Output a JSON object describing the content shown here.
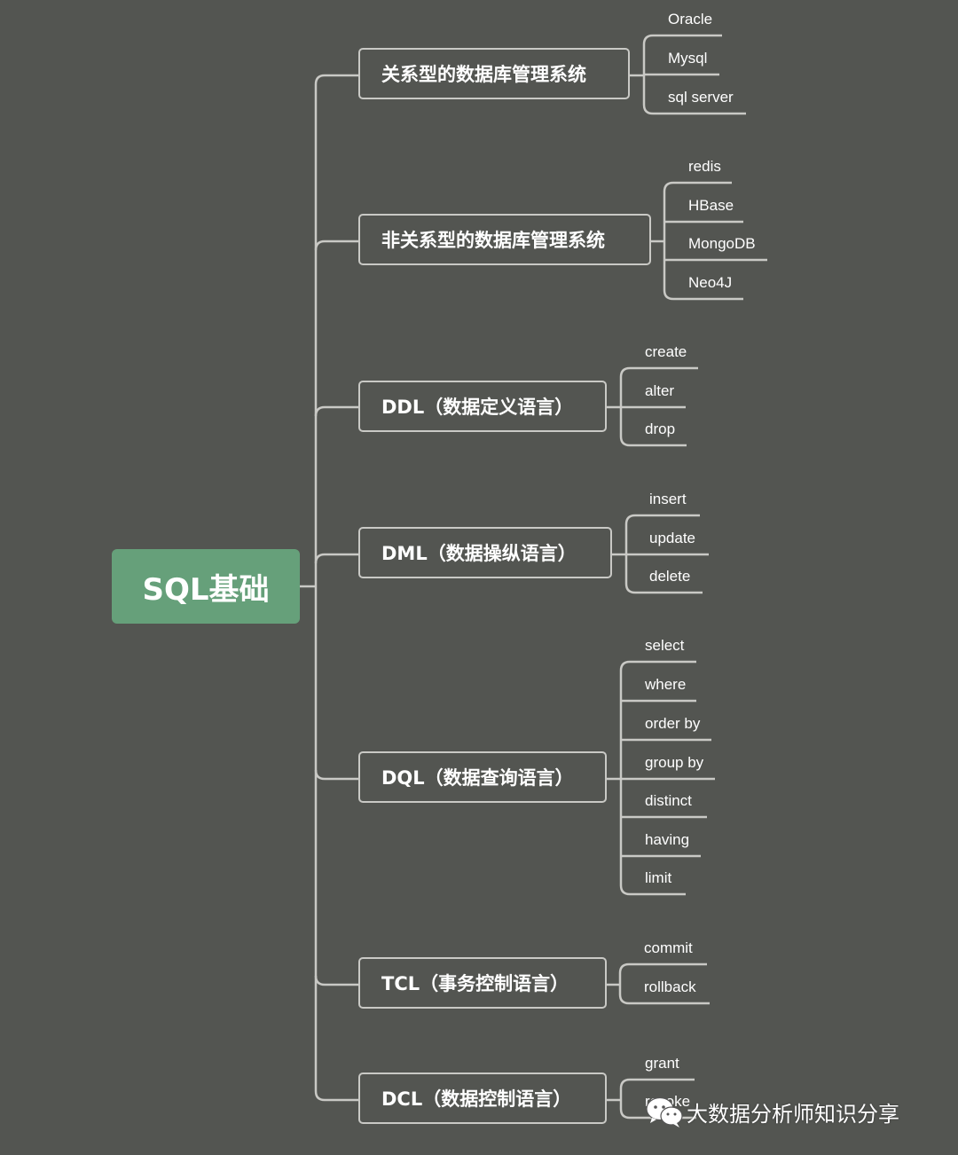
{
  "root": {
    "label": "SQL基础"
  },
  "categories": [
    {
      "label": "关系型的数据库管理系统",
      "items": [
        "Oracle",
        "Mysql",
        "sql server"
      ]
    },
    {
      "label": "非关系型的数据库管理系统",
      "items": [
        "redis",
        "HBase",
        "MongoDB",
        "Neo4J"
      ]
    },
    {
      "label": "DDL（数据定义语言）",
      "items": [
        "create",
        "alter",
        "drop"
      ]
    },
    {
      "label": "DML（数据操纵语言）",
      "items": [
        "insert",
        "update",
        "delete"
      ]
    },
    {
      "label": "DQL（数据查询语言）",
      "items": [
        "select",
        "where",
        "order by",
        "group by",
        "distinct",
        "having",
        "limit"
      ]
    },
    {
      "label": "TCL（事务控制语言）",
      "items": [
        "commit",
        "rollback"
      ]
    },
    {
      "label": "DCL（数据控制语言）",
      "items": [
        "grant",
        "revoke"
      ]
    }
  ],
  "watermark": {
    "text": "大数据分析师知识分享",
    "icon": "wechat-icon"
  },
  "colors": {
    "background": "#535551",
    "root_fill": "#66a07a",
    "line": "#c9c9c5",
    "text": "#ffffff"
  }
}
